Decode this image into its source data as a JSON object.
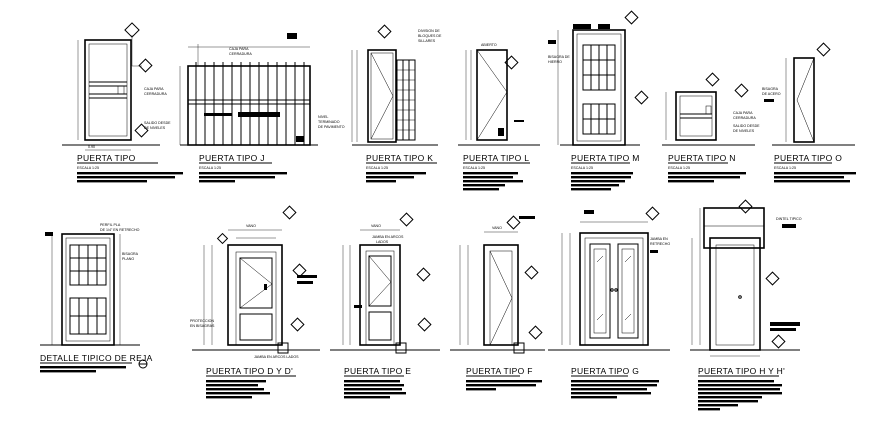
{
  "sheet": {
    "background": "#ffffff",
    "ink": "#000000"
  },
  "doors_top": [
    {
      "id": "a",
      "label": "PUERTA TIPO",
      "suffix": ""
    },
    {
      "id": "j",
      "label": "PUERTA TIPO J",
      "suffix": ""
    },
    {
      "id": "k",
      "label": "PUERTA TIPO K",
      "suffix": ""
    },
    {
      "id": "l",
      "label": "PUERTA TIPO L",
      "suffix": ""
    },
    {
      "id": "m",
      "label": "PUERTA TIPO M",
      "suffix": ""
    },
    {
      "id": "n",
      "label": "PUERTA TIPO N",
      "suffix": ""
    },
    {
      "id": "o",
      "label": "PUERTA TIPO O",
      "suffix": ""
    }
  ],
  "doors_bottom": [
    {
      "id": "reja",
      "label": "DETALLE TIPICO DE REJA"
    },
    {
      "id": "d",
      "label": "PUERTA TIPO D Y D'"
    },
    {
      "id": "e",
      "label": "PUERTA TIPO E"
    },
    {
      "id": "f",
      "label": "PUERTA TIPO F"
    },
    {
      "id": "g",
      "label": "PUERTA TIPO G"
    },
    {
      "id": "h",
      "label": "PUERTA TIPO H Y H'"
    }
  ],
  "annotations": {
    "scale": "ESCALA 1:25",
    "caja": "CAJA PARA CERRADURA",
    "abierto": "ABIERTO",
    "vano": "VANO",
    "jamba": "JAMBA EN ARCOS LADOS",
    "dintel": "DINTEL TIPICO",
    "nivel": "NIVEL TERMINADO",
    "proteccion": "PROTECCION EN BISAGRAS"
  }
}
